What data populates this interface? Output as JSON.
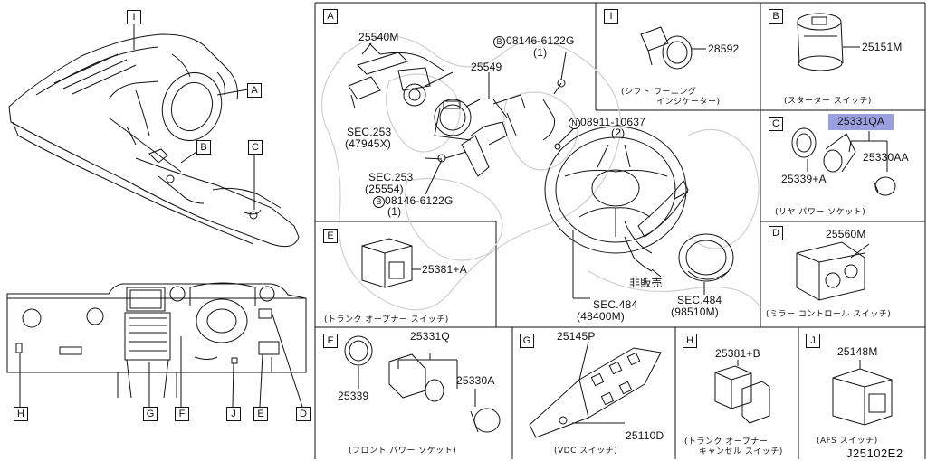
{
  "diagram_code": "J25102E2",
  "accent_color": "#9aa0df",
  "overview": {
    "callout_top": [
      "I",
      "A",
      "B",
      "C"
    ],
    "callout_bottom": [
      "H",
      "G",
      "F",
      "J",
      "E",
      "D"
    ]
  },
  "panels": {
    "A": {
      "tag": "A",
      "parts": {
        "p25540m": "25540M",
        "sec253a_1": "SEC.253",
        "sec253a_2": "(47945X)",
        "bolt_top_1": "08146-6122G",
        "bolt_top_2": "(1)",
        "bolt_top_prefix": "B",
        "p25549": "25549",
        "nut_1": "08911-10637",
        "nut_2": "(2)",
        "nut_prefix": "N",
        "sec253b_1": "SEC.253",
        "sec253b_2": "(25554)",
        "bolt_bot_1": "08146-6122G",
        "bolt_bot_2": "(1)",
        "bolt_bot_prefix": "B",
        "not_for_sale": "非販売",
        "sec484a_1": "SEC.484",
        "sec484a_2": "(48400M)",
        "sec484b_1": "SEC.484",
        "sec484b_2": "(98510M)"
      }
    },
    "I": {
      "tag": "I",
      "part": "28592",
      "caption_1": "(シフト ワーニング",
      "caption_2": "インジケーター)"
    },
    "B": {
      "tag": "B",
      "part": "25151M",
      "caption": "(スターター スイッチ)"
    },
    "C": {
      "tag": "C",
      "part_highlight": "25331QA",
      "part_2": "25330AA",
      "part_3": "25339+A",
      "caption": "(リヤ パワー ソケット)"
    },
    "D": {
      "tag": "D",
      "part": "25560M",
      "caption": "(ミラー コントロール スイッチ)"
    },
    "E": {
      "tag": "E",
      "part": "25381+A",
      "caption": "(トランク オープナー スイッチ)"
    },
    "F": {
      "tag": "F",
      "part_1": "25331Q",
      "part_2": "25330A",
      "part_3": "25339",
      "caption": "(フロント パワー ソケット)"
    },
    "G": {
      "tag": "G",
      "part_1": "25145P",
      "part_2": "25110D",
      "caption": "(VDC スイッチ)"
    },
    "H": {
      "tag": "H",
      "part": "25381+B",
      "caption_1": "(トランク オープナー",
      "caption_2": "キャンセル スイッチ)"
    },
    "J": {
      "tag": "J",
      "part": "25148M",
      "caption": "(AFS スイッチ)"
    }
  }
}
